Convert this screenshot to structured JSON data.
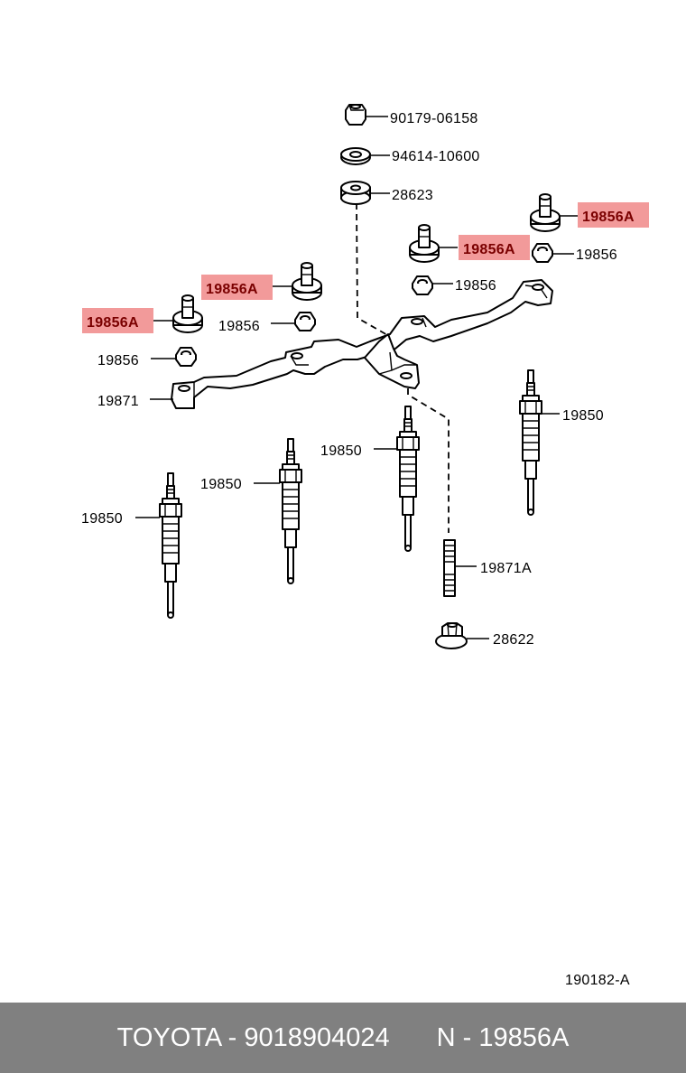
{
  "labels": {
    "l_9017906158": "90179-06158",
    "l_9461410600": "94614-10600",
    "l_28623": "28623",
    "l_19856A_r": "19856A",
    "l_19856A_m": "19856A",
    "l_19856_r": "19856",
    "l_19856A_l": "19856A",
    "l_19856_m": "19856",
    "l_19856A_ll": "19856A",
    "l_19856_l": "19856",
    "l_19856_ll": "19856",
    "l_19871": "19871",
    "l_19850_r": "19850",
    "l_19850_m": "19850",
    "l_19850_l": "19850",
    "l_19850_ll": "19850",
    "l_19871A": "19871A",
    "l_28622": "28622",
    "l_ref": "190182-A"
  },
  "highlight_color": "#f29a9a",
  "footer": {
    "brand_part": "TOYOTA - 9018904024",
    "ref": "N - 19856A"
  }
}
